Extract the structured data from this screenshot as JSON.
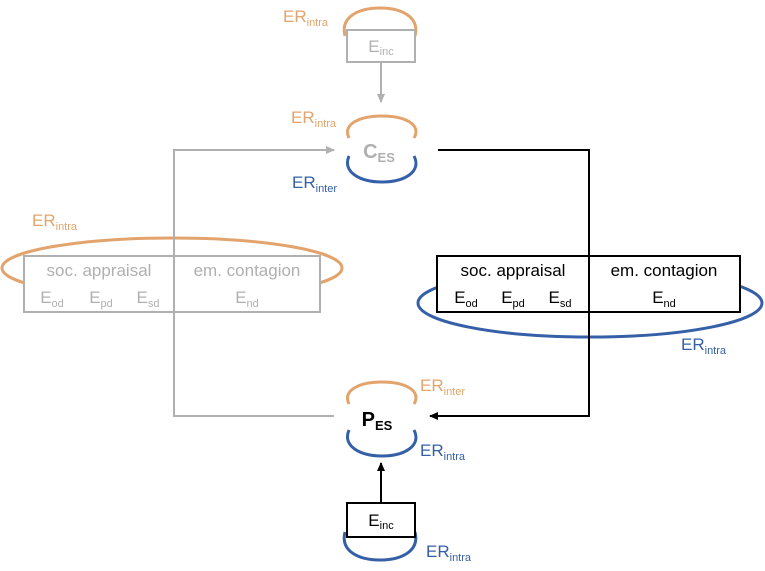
{
  "colors": {
    "orange": "#e2a46c",
    "blue": "#3560a8",
    "grey": "#b0b0b0",
    "black": "#000000"
  },
  "regulation": {
    "base": "ER",
    "intra": "intra",
    "inter": "inter"
  },
  "nodes": {
    "top_input": {
      "base": "E",
      "sub": "inc"
    },
    "center": {
      "base": "C",
      "sub": "ES"
    },
    "bottom_target": {
      "base": "P",
      "sub": "ES"
    },
    "bottom_input": {
      "base": "E",
      "sub": "inc"
    }
  },
  "empathy_box": {
    "left_header": "soc. appraisal",
    "right_header": "em. contagion",
    "left_items": [
      {
        "base": "E",
        "sub": "od"
      },
      {
        "base": "E",
        "sub": "pd"
      },
      {
        "base": "E",
        "sub": "sd"
      }
    ],
    "right_item": {
      "base": "E",
      "sub": "nd"
    }
  }
}
